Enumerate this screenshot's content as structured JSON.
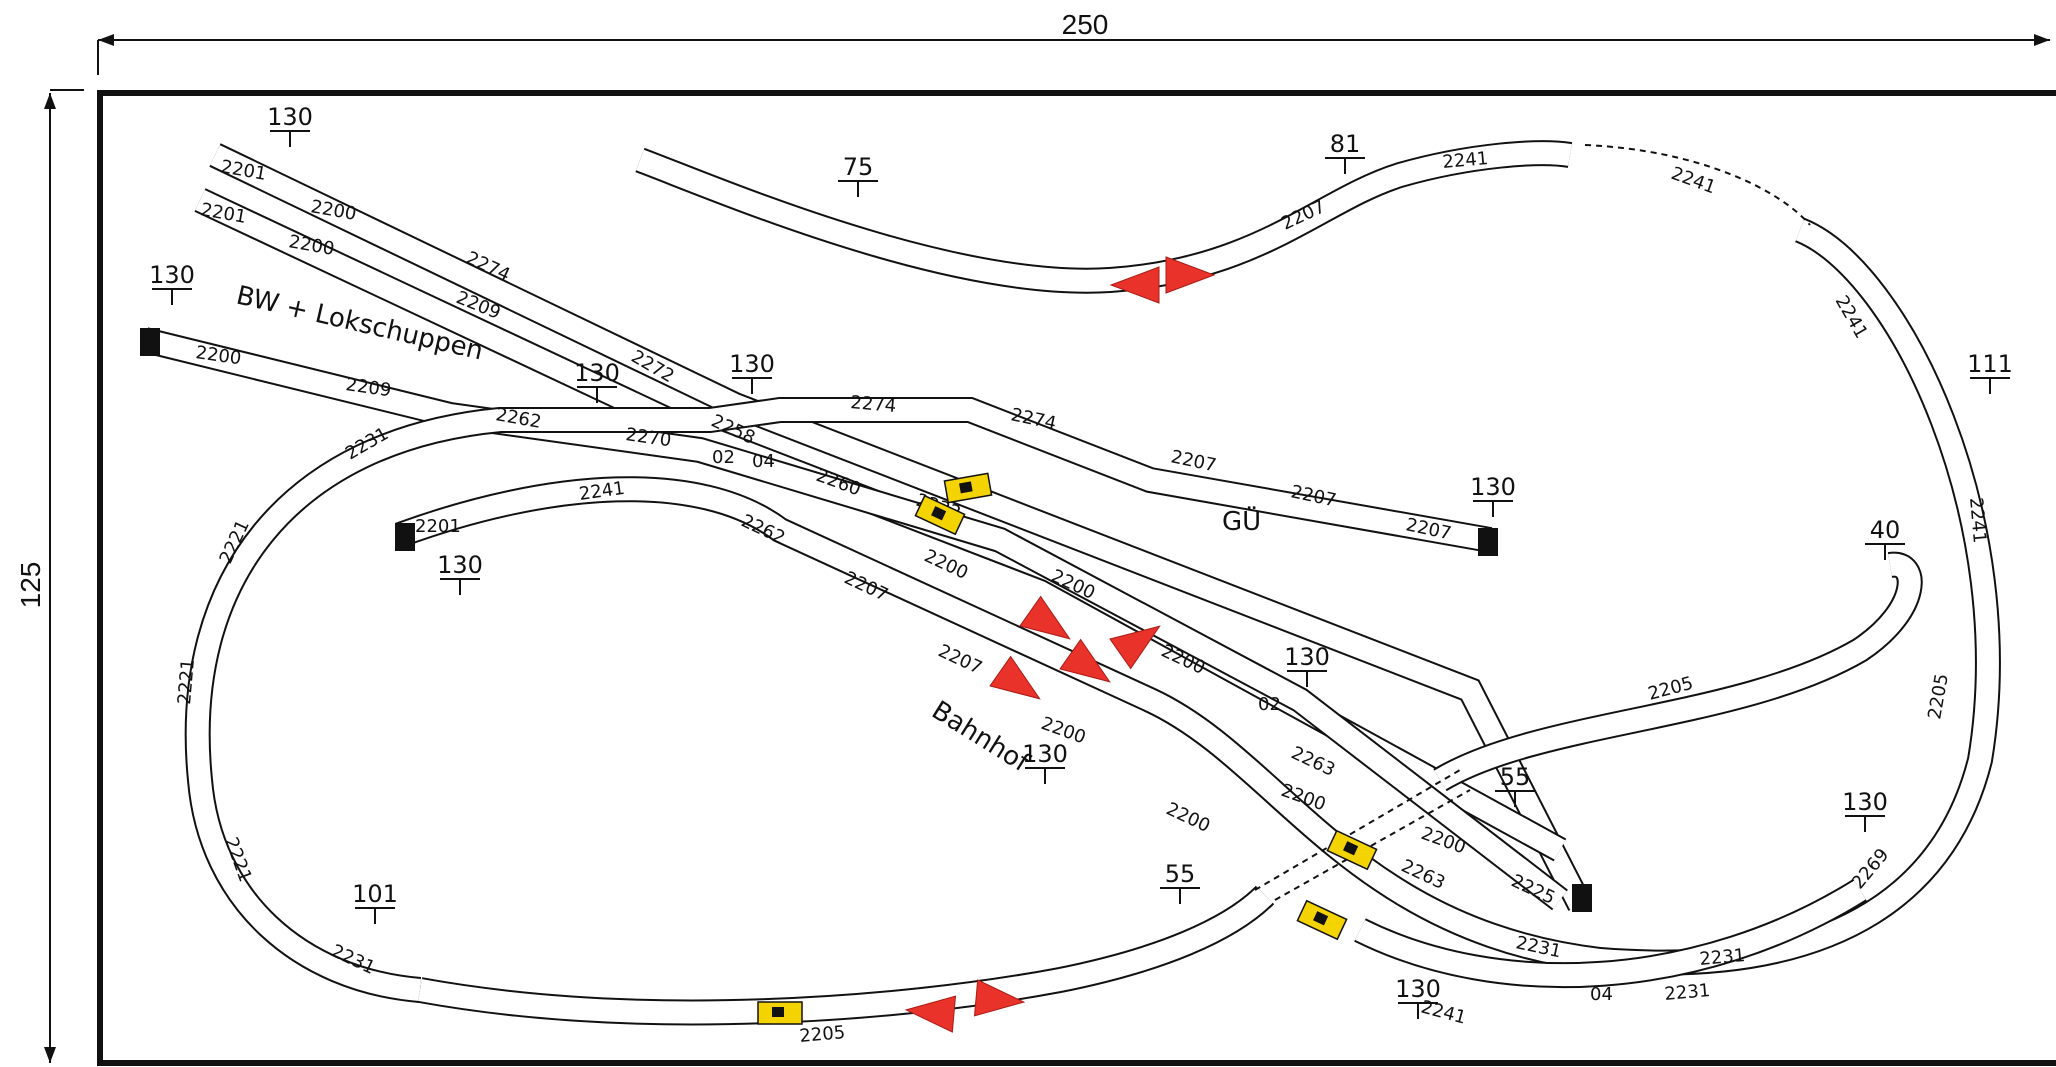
{
  "dimensions": {
    "width": "250",
    "height": "125"
  },
  "areas": {
    "bw": "BW + Lokschuppen",
    "gue": "GÜ",
    "bahnhof": "Bahnhof"
  },
  "heights": [
    "130",
    "130",
    "75",
    "81",
    "130",
    "130",
    "130",
    "130",
    "130",
    "111",
    "40",
    "130",
    "55",
    "130",
    "101",
    "55",
    "130"
  ],
  "track_labels": [
    "2201",
    "2200",
    "2201",
    "2200",
    "2274",
    "2209",
    "2200",
    "2209",
    "2272",
    "2262",
    "2270",
    "2258",
    "2274",
    "2274",
    "2207",
    "2207",
    "2207",
    "02",
    "04",
    "2260",
    "2232",
    "2231",
    "2221",
    "2221",
    "2221",
    "2231",
    "2201",
    "2241",
    "2262",
    "2207",
    "2207",
    "2200",
    "2200",
    "2200",
    "2200",
    "2200",
    "2200",
    "02",
    "2263",
    "2200",
    "2263",
    "2225",
    "2205",
    "2241",
    "2207",
    "2241",
    "2241",
    "2241",
    "2241",
    "2205",
    "2231",
    "2231",
    "2231",
    "2269",
    "04",
    "2205"
  ],
  "colors": {
    "arrow": "#e8322a",
    "signal": "#f3d300",
    "track": "#111111"
  }
}
